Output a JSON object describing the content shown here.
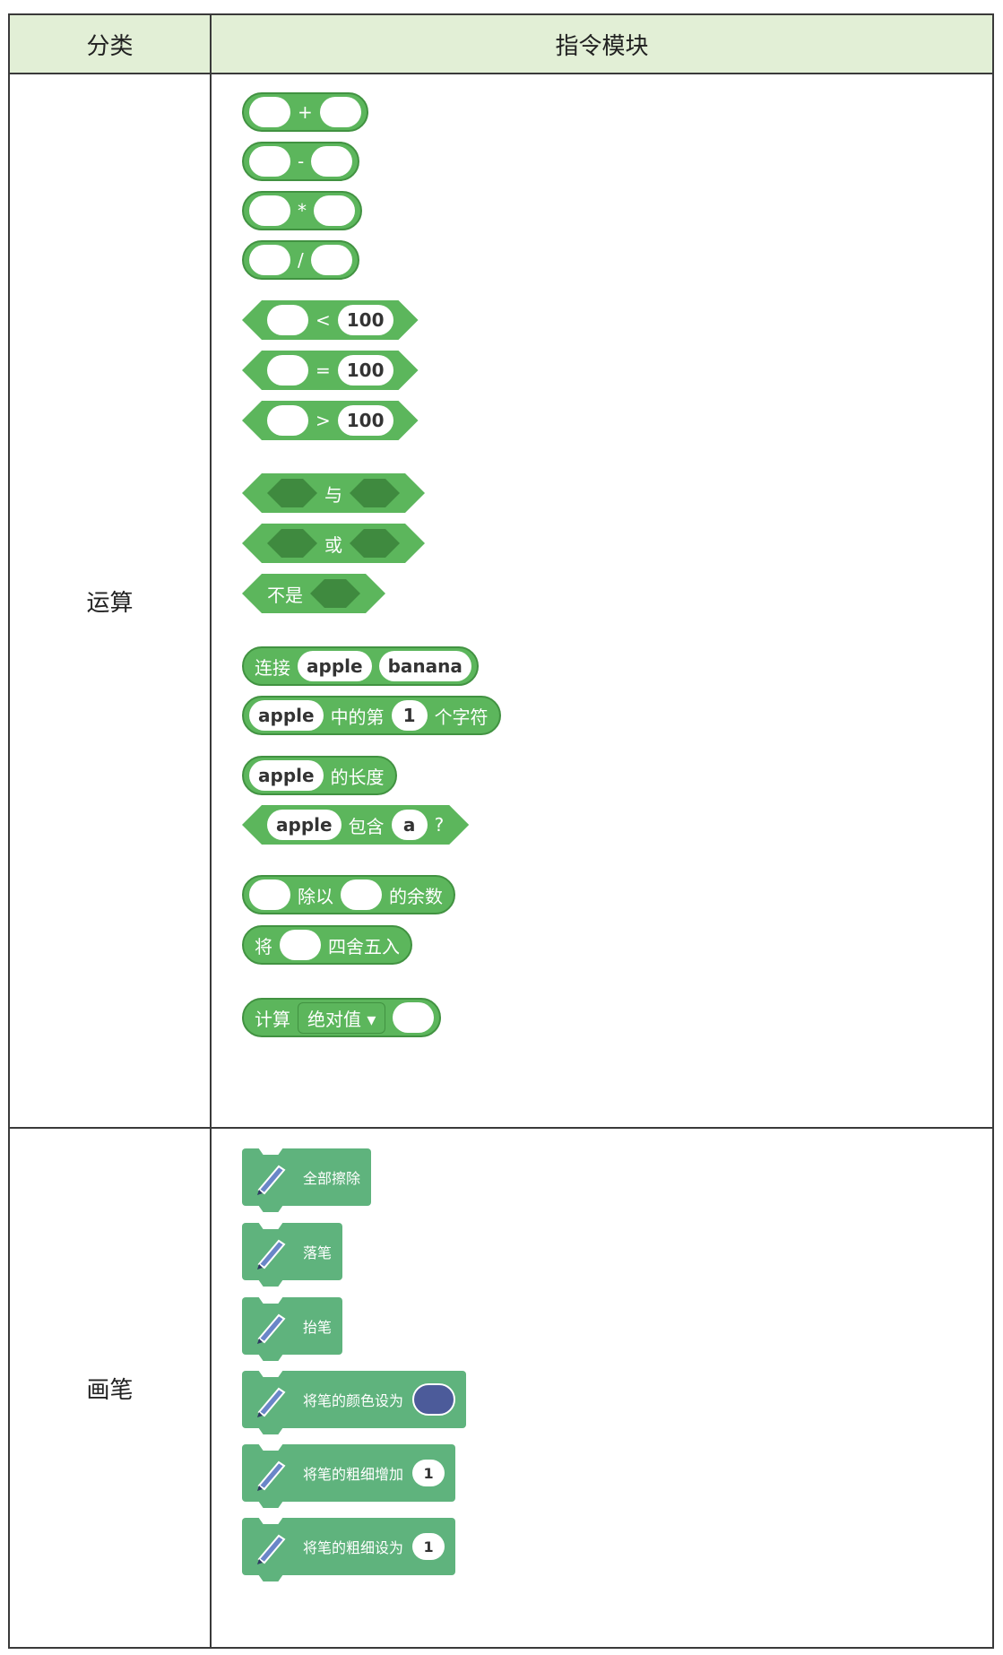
{
  "table": {
    "header": {
      "category": "分类",
      "blocks": "指令模块"
    },
    "rows": [
      {
        "category": "运算",
        "blocks": {
          "add": {
            "op": "+"
          },
          "subtract": {
            "op": "-"
          },
          "multiply": {
            "op": "*"
          },
          "divide": {
            "op": "/"
          },
          "less_than": {
            "op": "<",
            "value": "100"
          },
          "equals": {
            "op": "=",
            "value": "100"
          },
          "greater_than": {
            "op": ">",
            "value": "100"
          },
          "and": {
            "label": "与"
          },
          "or": {
            "label": "或"
          },
          "not": {
            "label": "不是"
          },
          "join": {
            "label": "连接",
            "a": "apple",
            "b": "banana"
          },
          "letter_of": {
            "a": "apple",
            "mid": "中的第",
            "n": "1",
            "suffix": "个字符"
          },
          "length": {
            "a": "apple",
            "suffix": "的长度"
          },
          "contains": {
            "a": "apple",
            "mid": "包含",
            "b": "a",
            "suffix": "?"
          },
          "mod": {
            "mid": "除以",
            "suffix": "的余数"
          },
          "round": {
            "prefix": "将",
            "suffix": "四舍五入"
          },
          "math_op": {
            "label": "计算",
            "dropdown": "绝对值 ▾"
          }
        }
      },
      {
        "category": "画笔",
        "blocks": {
          "erase_all": "全部擦除",
          "pen_down": "落笔",
          "pen_up": "抬笔",
          "set_color": {
            "label": "将笔的颜色设为",
            "color": "#4c5b9a"
          },
          "change_size": {
            "label": "将笔的粗细增加",
            "value": "1"
          },
          "set_size": {
            "label": "将笔的粗细设为",
            "value": "1"
          }
        }
      }
    ]
  },
  "colors": {
    "operator_green": "#5cb65c",
    "operator_dark": "#3f8a3f",
    "pen_green": "#5fb37d",
    "header_bg": "#e2efd6"
  },
  "icons": {
    "pen": "pen-icon"
  }
}
